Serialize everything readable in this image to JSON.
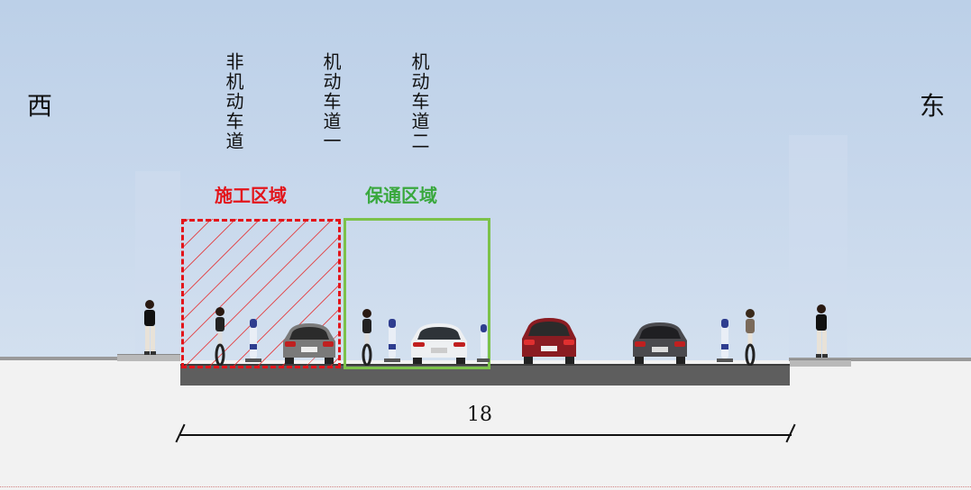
{
  "directions": {
    "west": "西",
    "east": "东"
  },
  "lanes": {
    "non_motor": "非机动车道",
    "motor_1": "机动车道一",
    "motor_2": "机动车道二"
  },
  "zones": {
    "construction": {
      "label": "施工区域",
      "color": "#e3141a"
    },
    "traffic_keep": {
      "label": "保通区域",
      "color": "#39a83d"
    }
  },
  "dimension": {
    "width_label": "18"
  }
}
